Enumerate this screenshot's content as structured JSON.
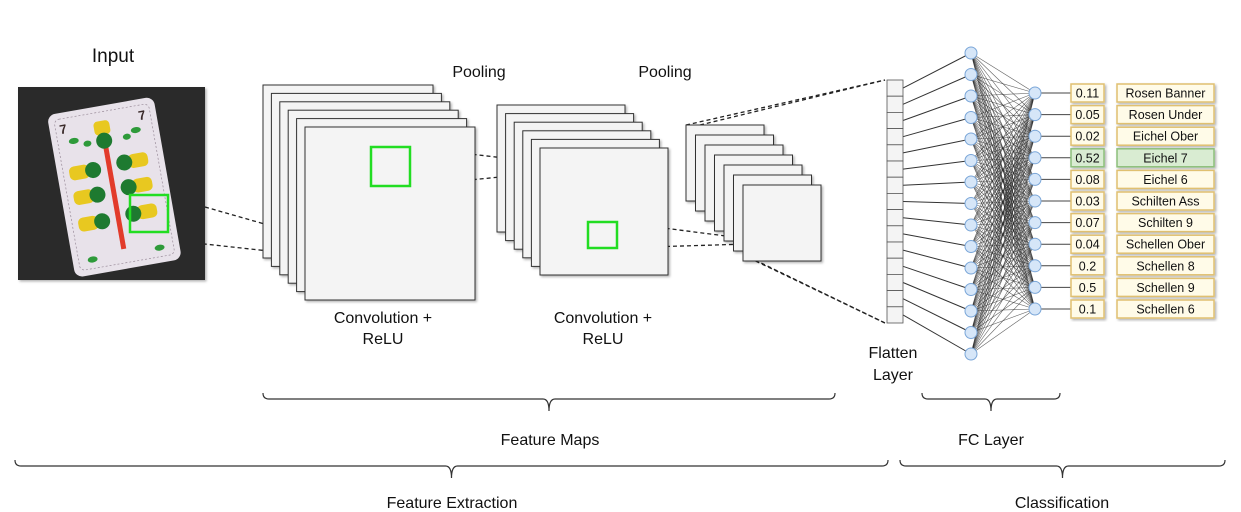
{
  "labels": {
    "input": "Input",
    "pooling_1": "Pooling",
    "pooling_2": "Pooling",
    "conv_1_line1": "Convolution +",
    "conv_1_line2": "ReLU",
    "conv_2_line1": "Convolution +",
    "conv_2_line2": "ReLU",
    "flatten_line1": "Flatten",
    "flatten_line2": "Layer",
    "feature_maps": "Feature Maps",
    "fc_layer": "FC Layer",
    "feature_extraction": "Feature Extraction",
    "classification": "Classification"
  },
  "outputs": [
    {
      "prob": "0.11",
      "class": "Rosen Banner"
    },
    {
      "prob": "0.05",
      "class": "Rosen Under"
    },
    {
      "prob": "0.02",
      "class": "Eichel Ober"
    },
    {
      "prob": "0.52",
      "class": "Eichel 7",
      "highlight": true
    },
    {
      "prob": "0.08",
      "class": "Eichel 6"
    },
    {
      "prob": "0.03",
      "class": "Schilten Ass"
    },
    {
      "prob": "0.07",
      "class": "Schilten 9"
    },
    {
      "prob": "0.04",
      "class": "Schellen Ober"
    },
    {
      "prob": "0.2",
      "class": "Schellen 8"
    },
    {
      "prob": "0.5",
      "class": "Schellen 9"
    },
    {
      "prob": "0.1",
      "class": "Schellen 6"
    }
  ],
  "colors": {
    "highlight_box": "#22dd22",
    "output_fill": "#fffbe8",
    "output_border": "#e0c070",
    "highlight_fill": "#d9ecd2",
    "highlight_border": "#8cbf7a",
    "neuron_fill": "#d6e6f8",
    "neuron_stroke": "#7aa6d8"
  }
}
